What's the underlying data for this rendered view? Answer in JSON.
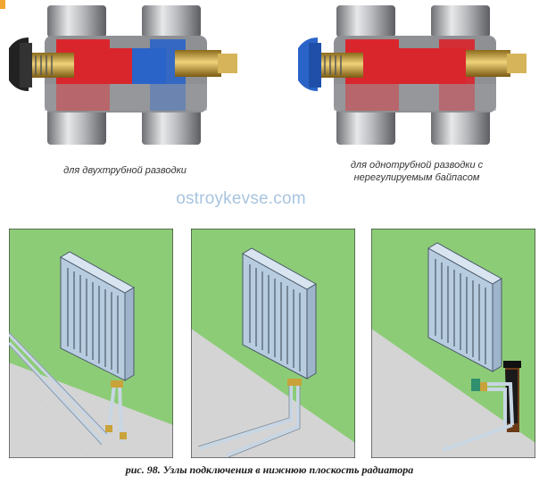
{
  "valves": {
    "left_caption": "для двухтрубной разводки",
    "right_caption_line1": "для однотрубной разводки с",
    "right_caption_line2": "нерегулируемым байпасом"
  },
  "watermark": "ostroykevse.com",
  "figure_caption": "рис. 98. Узлы подключения в нижнюю плоскость радиатора",
  "colors": {
    "wall_green": "#8dcc77",
    "floor_gray": "#d4d4d4",
    "hot_red": "#d9262c",
    "cold_blue": "#2a64c8",
    "brass": "#c9a23a",
    "radiator_blue": "#b8cce0"
  }
}
